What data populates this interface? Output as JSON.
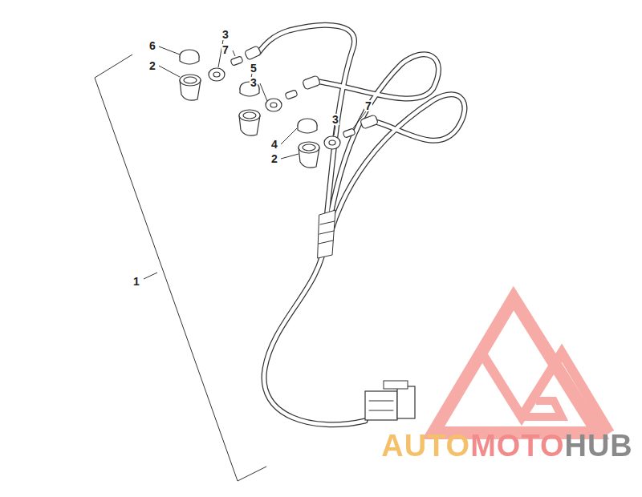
{
  "diagram": {
    "labels": [
      "6",
      "2",
      "3",
      "7",
      "5",
      "3",
      "4",
      "2",
      "3",
      "7",
      "1",
      "AUTOMOTOHUB"
    ]
  }
}
